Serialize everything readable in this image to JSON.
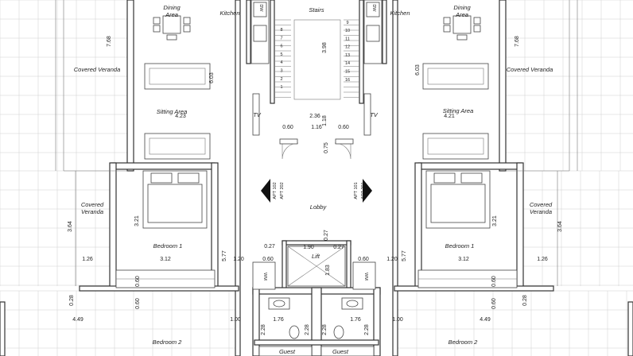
{
  "plan": {
    "rooms": {
      "dining_left": "Dining\nArea",
      "dining_right": "Dining\nArea",
      "kitchen_left": "Kitchen",
      "kitchen_right": "Kitchen",
      "stairs": "Stairs",
      "covered_veranda_left": "Covered Veranda",
      "covered_veranda_right": "Covered Veranda",
      "sitting_left": "Sitting Area",
      "sitting_right": "Sitting Area",
      "tv_left": "TV",
      "tv_right": "TV",
      "lobby": "Lobby",
      "lift": "Lift",
      "covered_veranda_lower_left": "Covered\nVeranda",
      "covered_veranda_lower_right": "Covered\nVeranda",
      "bedroom1_left": "Bedroom 1",
      "bedroom1_right": "Bedroom 1",
      "bedroom2_left": "Bedroom 2",
      "bedroom2_right": "Bedroom 2",
      "guest_left": "Guest",
      "guest_right": "Guest",
      "dw_left": "DW",
      "dw_right": "DW",
      "wm": "WM"
    },
    "apartment_tags": {
      "left": "APT 102\nAPT 202",
      "right": "APT 101\nAPT 201"
    },
    "stair_numbers_left": [
      "8",
      "7",
      "6",
      "5",
      "4",
      "3",
      "2",
      "1"
    ],
    "stair_numbers_right": [
      "10",
      "11",
      "12",
      "13",
      "14",
      "15",
      "16"
    ],
    "stair_numbers_right_top": [
      "9"
    ],
    "dimensions": {
      "d_7_68_left": "7.68",
      "d_7_68_right": "7.68",
      "d_6_03_left": "6.03",
      "d_6_03_right": "6.03",
      "d_3_98": "3.98",
      "d_4_23": "4.23",
      "d_4_21": "4.21",
      "d_2_36": "2.36",
      "d_1_18": "1.18",
      "d_0_60_a": "0.60",
      "d_1_16": "1.16",
      "d_0_60_b": "0.60",
      "d_0_75": "0.75",
      "d_3_21_left": "3.21",
      "d_3_21_right": "3.21",
      "d_3_64_left": "3.64",
      "d_3_64_right": "3.64",
      "d_1_26_left": "1.26",
      "d_1_26_right": "1.26",
      "d_3_12_left": "3.12",
      "d_3_12_right": "3.12",
      "d_5_77_left": "5.77",
      "d_5_77_right": "5.77",
      "d_1_20_left": "1.20",
      "d_1_20_right": "1.20",
      "d_0_27_a": "0.27",
      "d_0_27_b": "0.27",
      "d_1_90": "1.90",
      "d_0_60_c": "0.60",
      "d_0_60_d": "0.60",
      "d_1_83": "1.83",
      "d_0_60_e": "0.60",
      "d_0_60_f": "0.60",
      "d_0_60_g": "0.60",
      "d_0_60_h": "0.60",
      "d_0_28_left": "0.28",
      "d_0_28_right": "0.28",
      "d_4_49_left": "4.49",
      "d_4_49_right": "4.49",
      "d_1_00_left": "1.00",
      "d_1_00_right": "1.00",
      "d_2_28_a": "2.28",
      "d_2_28_b": "2.28",
      "d_2_28_c": "2.28",
      "d_2_28_d": "2.28",
      "d_1_76_left": "1.76",
      "d_1_76_right": "1.76",
      "d_0_27_c": "0.27"
    }
  }
}
